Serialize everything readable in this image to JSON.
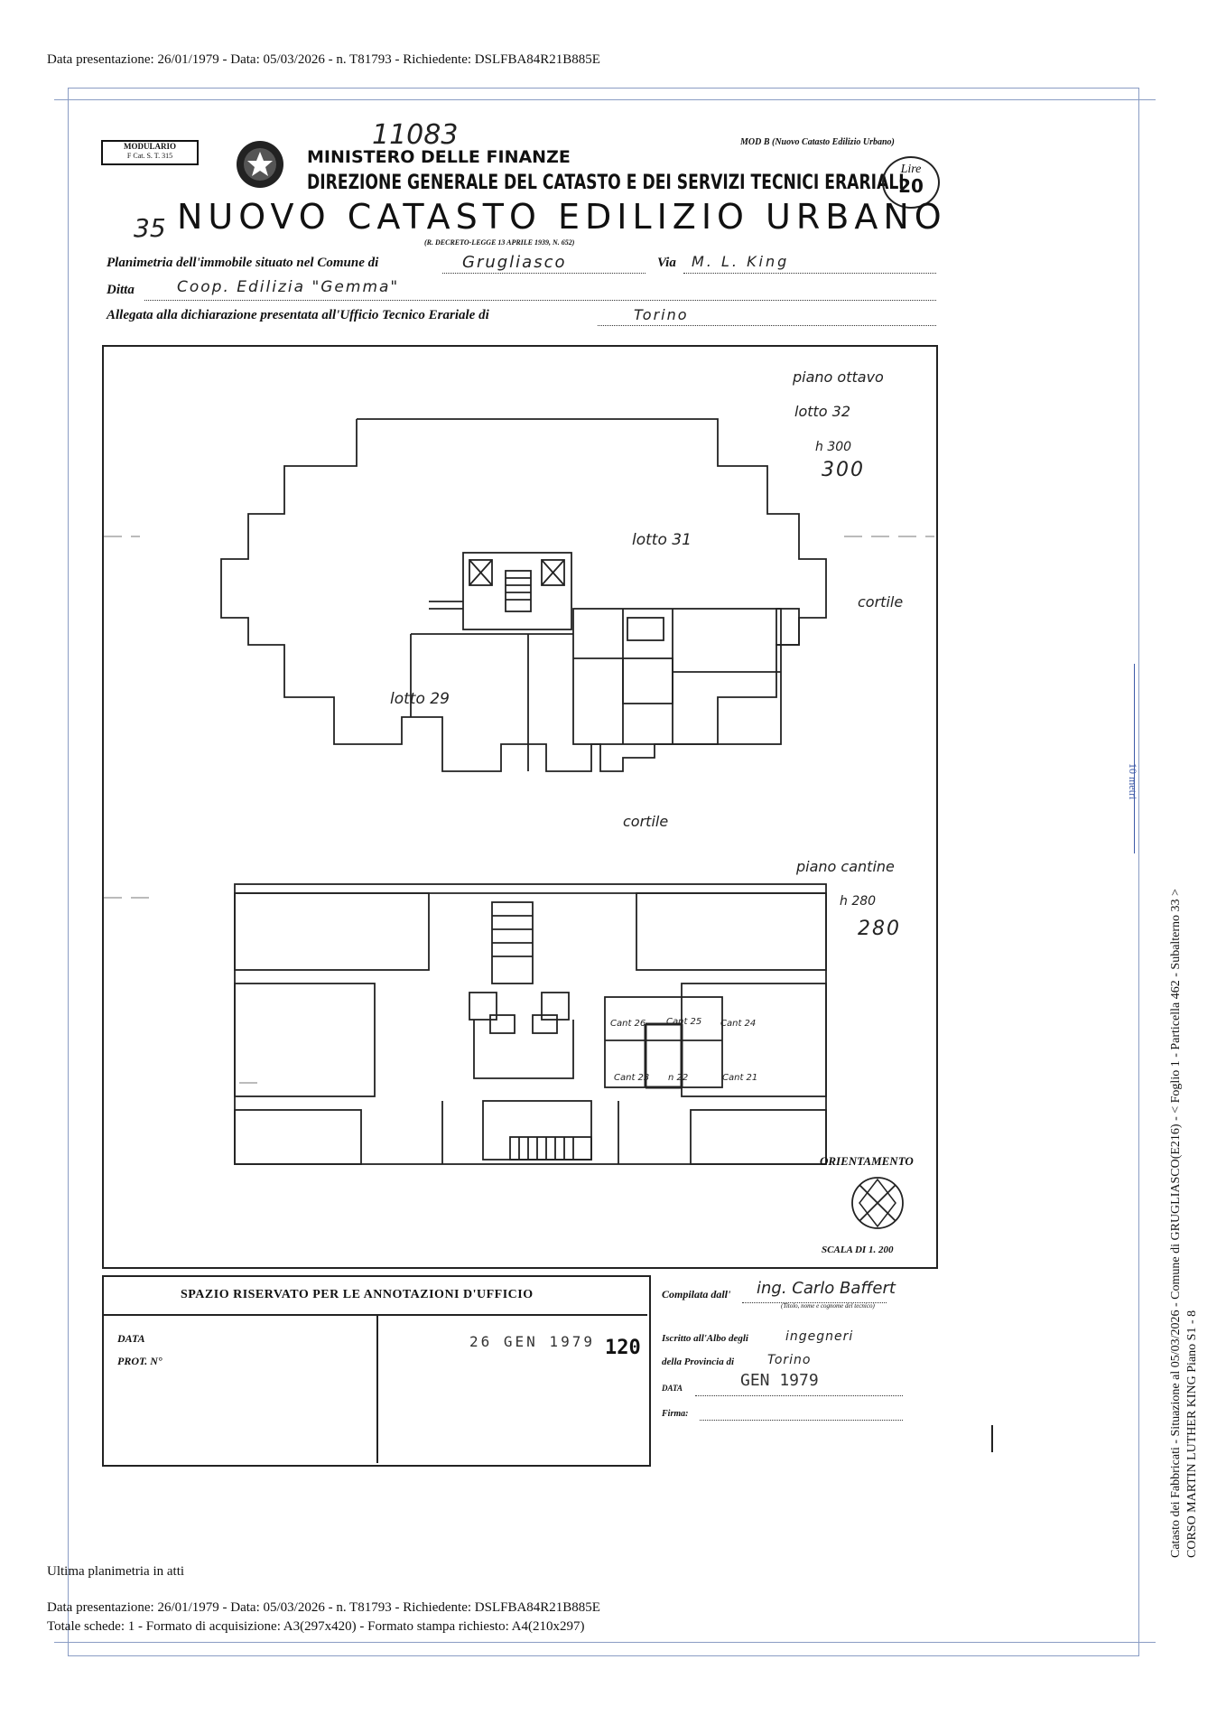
{
  "header_line": "Data presentazione: 26/01/1979 - Data: 05/03/2026 - n. T81793 - Richiedente: DSLFBA84R21B885E",
  "form": {
    "handwritten_number": "11083",
    "modulario": "MODULARIO",
    "modulario_code": "F  Cat. S. T.   315",
    "ministry": "MINISTERO DELLE FINANZE",
    "mod_b": "MOD B (Nuovo Catasto Edilizio Urbano)",
    "direzione": "DIREZIONE GENERALE DEL CATASTO E DEI SERVIZI TECNICI ERARIALI",
    "stamp_lire": "Lire",
    "stamp_value": "20",
    "sheet_number": "35",
    "main_title": "NUOVO CATASTO EDILIZIO URBANO",
    "decree": "(R. DECRETO-LEGGE 13 APRILE 1939, N. 652)",
    "line1_label": "Planimetria dell'immobile situato nel Comune di",
    "comune_value": "Grugliasco",
    "via_label": "Via",
    "via_value": "M. L. King",
    "ditta_label": "Ditta",
    "ditta_value": "Coop. Edilizia \"Gemma\"",
    "allegata_label": "Allegata alla dichiarazione presentata all'Ufficio Tecnico Erariale di",
    "ufficio_value": "Torino"
  },
  "plan": {
    "piano_ottavo": "piano ottavo",
    "lotto32": "lotto 32",
    "h300": "h 300",
    "v300": "300",
    "lotto31": "lotto 31",
    "cortile_right": "cortile",
    "lotto29": "lotto 29",
    "cortile_bottom": "cortile",
    "piano_cantine": "piano cantine",
    "h280": "h 280",
    "v280": "280",
    "cantine": [
      "Cant 26",
      "Cant 25",
      "Cant 24",
      "Cant 23",
      "n 22",
      "Cant 21"
    ],
    "orientamento": "ORIENTAMENTO",
    "scala": "SCALA DI 1. 200"
  },
  "office": {
    "spazio_title": "SPAZIO RISERVATO PER LE ANNOTAZIONI D'UFFICIO",
    "data_label": "DATA",
    "prot_label": "PROT. N°",
    "stamp_date": "26 GEN 1979",
    "stamp_number": "120",
    "compilata_label": "Compilata dall'",
    "compilata_value": "ing. Carlo Baffert",
    "compilata_sub": "(Titolo, nome e cognome del tecnico)",
    "iscritto_label": "Iscritto all'Albo degli",
    "iscritto_value": "ingegneri",
    "provincia_label": "della Provincia di",
    "provincia_value": "Torino",
    "data2_label": "DATA",
    "data2_value": "GEN 1979",
    "firma_label": "Firma:"
  },
  "footer": {
    "ultima": "Ultima planimetria in atti",
    "line1": "Data presentazione: 26/01/1979 - Data: 05/03/2026 - n. T81793 - Richiedente: DSLFBA84R21B885E",
    "line2": "Totale schede: 1 - Formato di acquisizione: A3(297x420)  - Formato stampa richiesto: A4(210x297)"
  },
  "side": {
    "scale_mark": "10 metri",
    "line1": "Catasto dei Fabbricati - Situazione al 05/03/2026 - Comune di GRUGLIASCO(E216) - < Foglio 1 - Particella 462 - Subalterno 33 >",
    "line2": "CORSO MARTIN LUTHER KING Piano S1 - 8"
  }
}
